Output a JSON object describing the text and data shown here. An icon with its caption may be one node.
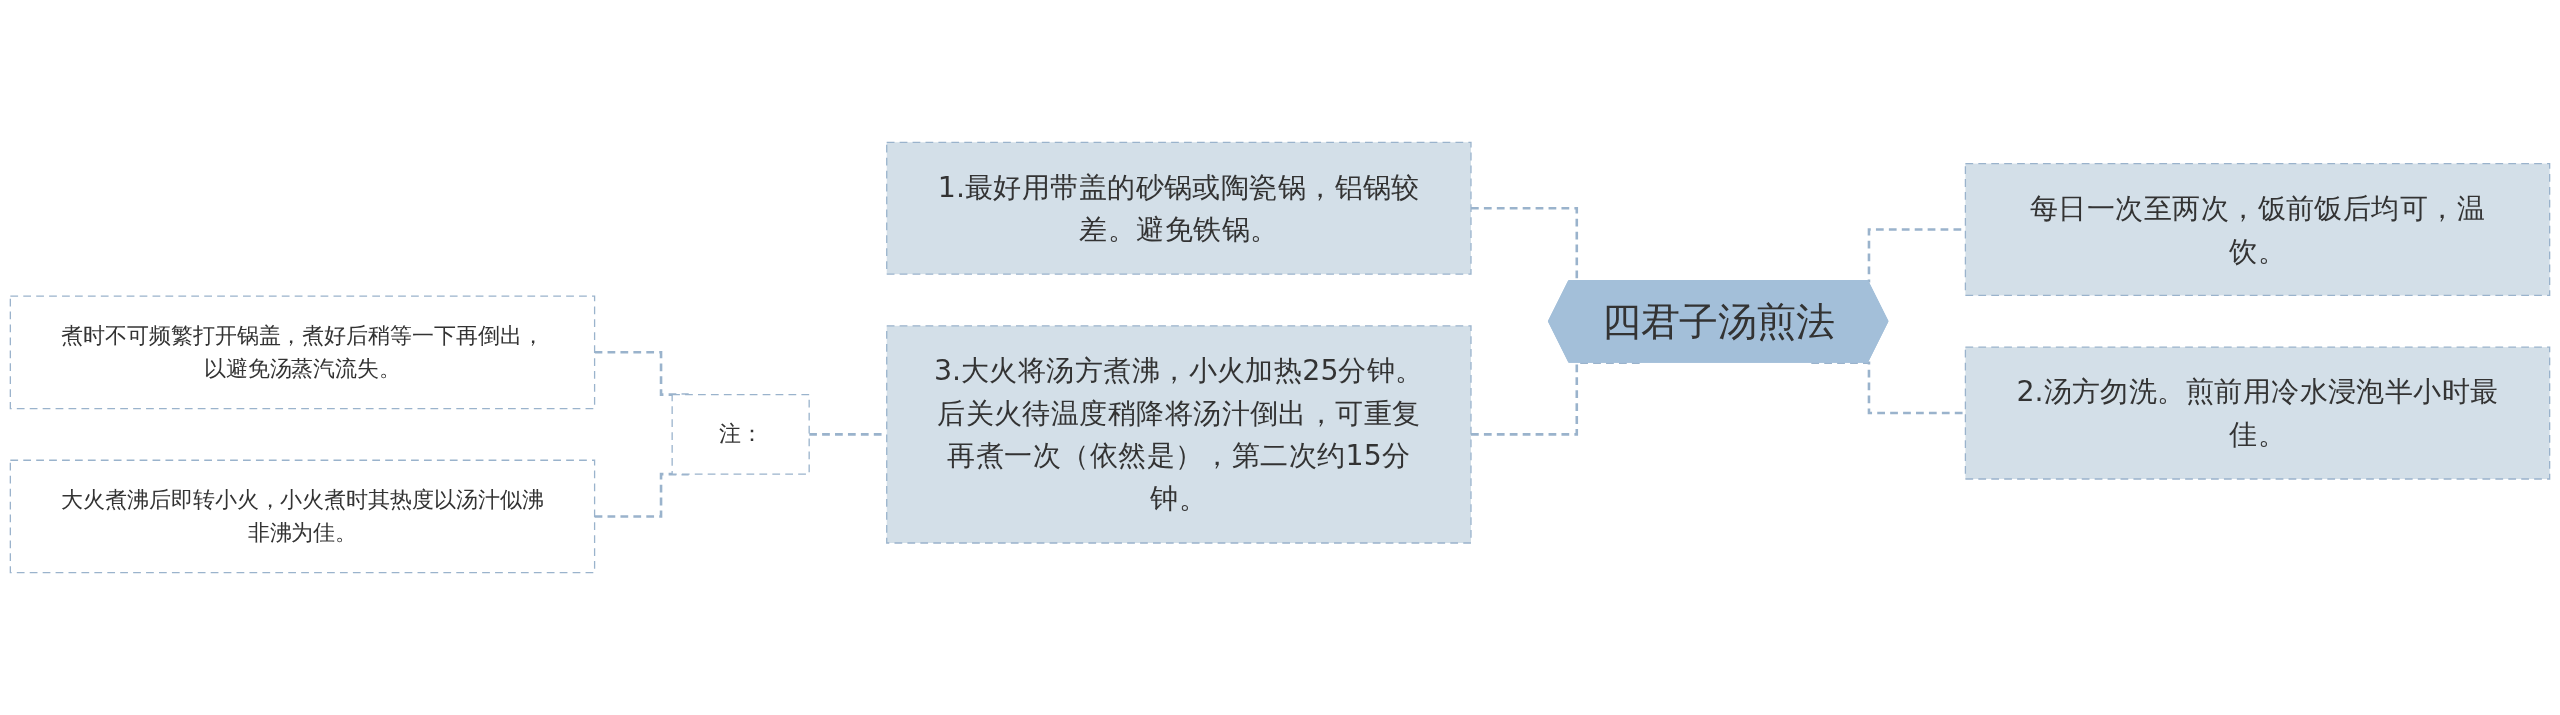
{
  "diagram": {
    "nodes": [
      {
        "text": [
          "四君子汤煎法"
        ]
      },
      {
        "text": [
          "1.最好用带盖的砂锅或陶瓷锅，铝锅较差。避免铁锅。"
        ]
      },
      {
        "text": [
          "3.大火将汤方煮沸，小火加热25分钟。后关火待温度稍降将汤汁倒出，可重复再煮一次（依然是），第二次约15分钟。"
        ]
      },
      {
        "text": [
          "注："
        ]
      },
      {
        "text": [
          "煮时不可频繁打开锅盖，煮好后稍等一下再倒出，以避免汤蒸汽流失。"
        ]
      },
      {
        "text": [
          "大火煮沸后即转小火，小火煮时其热度以汤汁似沸非沸为佳。"
        ]
      },
      {
        "text": [
          "每日一次至两次，饭前饭后均可，温饮。"
        ]
      },
      {
        "text": [
          "2.汤方勿洗。煎前用冷水浸泡半小时最佳。"
        ]
      }
    ],
    "edges": [
      {
        "from": 4,
        "to": 3,
        "arrow": "none"
      },
      {
        "from": 5,
        "to": 3,
        "arrow": "none"
      },
      {
        "from": 3,
        "to": 2,
        "arrow": "none"
      },
      {
        "from": 1,
        "to": 0,
        "arrow": "none"
      },
      {
        "from": 2,
        "to": 0,
        "arrow": "none"
      },
      {
        "from": 0,
        "to": 6,
        "arrow": "none"
      },
      {
        "from": 0,
        "to": 7,
        "arrow": "none"
      }
    ]
  }
}
